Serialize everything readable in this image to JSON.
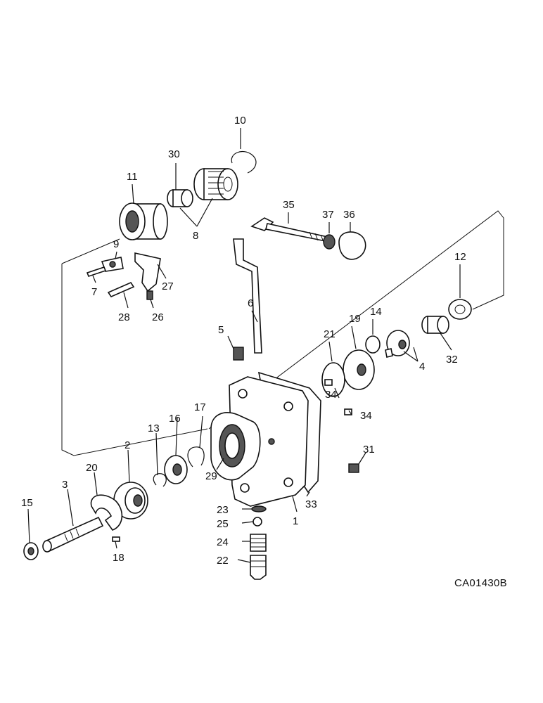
{
  "diagram": {
    "reference_code": "CA01430B",
    "callouts": [
      "1",
      "2",
      "3",
      "4",
      "5",
      "6",
      "7",
      "8",
      "9",
      "10",
      "11",
      "12",
      "13",
      "14",
      "15",
      "16",
      "17",
      "18",
      "19",
      "20",
      "21",
      "22",
      "23",
      "24",
      "25",
      "26",
      "27",
      "28",
      "29",
      "30",
      "31",
      "32",
      "33",
      "34",
      "34",
      "35",
      "36",
      "37"
    ]
  }
}
